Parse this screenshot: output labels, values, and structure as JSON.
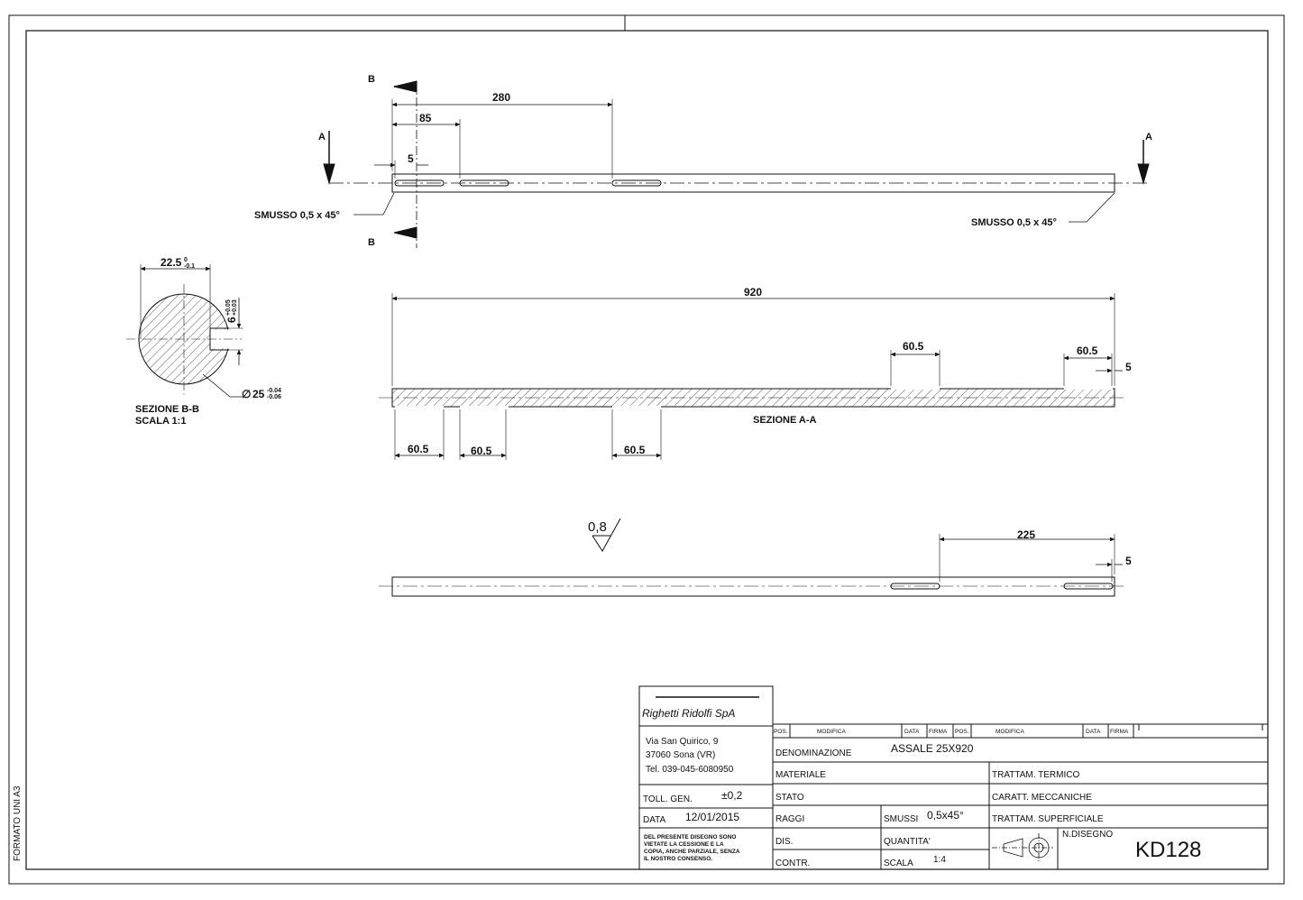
{
  "sheet": {
    "format_label": "FORMATO UNI A3"
  },
  "top_view": {
    "section_mark_a": "A",
    "section_mark_b": "B",
    "dim_280": "280",
    "dim_85": "85",
    "dim_5": "5",
    "chamfer_left": "SMUSSO 0,5 x 45°",
    "chamfer_right": "SMUSSO 0,5 x 45°"
  },
  "section_bb": {
    "width_value": "22.5",
    "width_tol_upper": "0",
    "width_tol_lower": "-0.1",
    "key_value": "6",
    "key_tol_upper": "+0.05",
    "key_tol_lower": "+0.03",
    "diameter_symbol": "∅",
    "diameter_value": "25",
    "diameter_tol_upper": "-0.04",
    "diameter_tol_lower": "-0.06",
    "title": "SEZIONE B-B",
    "scale": "SCALA 1:1"
  },
  "section_aa": {
    "dim_920": "920",
    "dim_slot_top_mid": "60.5",
    "dim_slot_top_right": "60.5",
    "dim_5": "5",
    "title": "SEZIONE A-A",
    "dim_bottom_1": "60.5",
    "dim_bottom_2": "60.5",
    "dim_bottom_3": "60.5"
  },
  "bottom_view": {
    "roughness": "0,8",
    "dim_225": "225",
    "dim_5": "5"
  },
  "title_block": {
    "company": "Righetti Ridolfi SpA",
    "address_line1": "Via San Quirico, 9",
    "address_line2": "37060 Sona (VR)",
    "phone": "Tel. 039-045-6080950",
    "toll_label": "TOLL. GEN.",
    "toll_value": "±0,2",
    "data_label": "DATA",
    "data_value": "12/01/2015",
    "disclaimer_1": "DEL PRESENTE DISEGNO SONO",
    "disclaimer_2": "VIETATE LA CESSIONE E LA",
    "disclaimer_3": "COPIA, ANCHE PARZIALE, SENZA",
    "disclaimer_4": "IL NOSTRO CONSENSO.",
    "rev_pos_1": "POS.",
    "rev_modifica_1": "MODIFICA",
    "rev_data_1": "DATA",
    "rev_firma_1": "FIRMA",
    "rev_pos_2": "POS.",
    "rev_modifica_2": "MODIFICA",
    "rev_data_2": "DATA",
    "rev_firma_2": "FIRMA",
    "denominazione_label": "DENOMINAZIONE",
    "denominazione_value": "ASSALE 25X920",
    "materiale_label": "MATERIALE",
    "trattam_termico_label": "TRATTAM. TERMICO",
    "stato_label": "STATO",
    "caratt_label": "CARATT. MECCANICHE",
    "raggi_label": "RAGGI",
    "smussi_label": "SMUSSI",
    "smussi_value": "0,5x45°",
    "trattam_superficiale_label": "TRATTAM. SUPERFICIALE",
    "dis_label": "DIS.",
    "quantita_label": "QUANTITA'",
    "ndisegno_label": "N.DISEGNO",
    "ndisegno_value": "KD128",
    "contr_label": "CONTR.",
    "scala_label": "SCALA",
    "scala_value": "1:4"
  }
}
